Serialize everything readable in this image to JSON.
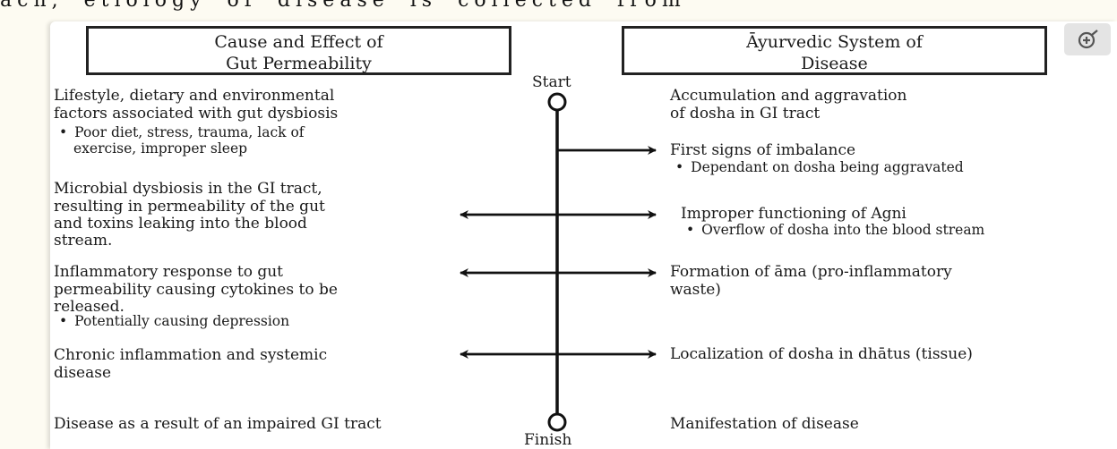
{
  "top_text": "ach, etiology of disease is collected from",
  "headers": {
    "left": [
      "Cause and Effect of",
      "Gut Permeability"
    ],
    "right": [
      "Āyurvedic System of",
      "Disease"
    ]
  },
  "timeline": {
    "start_label": "Start",
    "finish_label": "Finish"
  },
  "left_column": [
    {
      "lines": [
        "Lifestyle, dietary and environmental",
        "factors associated with gut dysbiosis"
      ],
      "bullet": [
        "Poor diet, stress, trauma, lack of",
        "exercise, improper sleep"
      ]
    },
    {
      "lines": [
        "Microbial dysbiosis in the GI tract,",
        "resulting in permeability of the gut",
        "and toxins leaking into the blood",
        "stream."
      ]
    },
    {
      "lines": [
        "Inflammatory response to gut",
        "permeability causing cytokines to be",
        "released."
      ],
      "bullet": [
        "Potentially causing depression"
      ]
    },
    {
      "lines": [
        "Chronic inflammation and systemic",
        "disease"
      ]
    },
    {
      "lines": [
        "Disease as a result of an impaired GI tract"
      ]
    }
  ],
  "right_column": [
    {
      "lines": [
        "Accumulation and aggravation",
        "of dosha in GI tract"
      ]
    },
    {
      "lines": [
        "First signs of imbalance"
      ],
      "bullet": [
        "Dependant on dosha being aggravated"
      ]
    },
    {
      "lines": [
        "Improper functioning of Agni"
      ],
      "bullet": [
        "Overflow of dosha into the blood stream"
      ]
    },
    {
      "lines": [
        "Formation of āma (pro-inflammatory",
        "waste)"
      ]
    },
    {
      "lines": [
        "Localization of dosha in dhātus (tissue)"
      ]
    },
    {
      "lines": [
        "Manifestation of disease"
      ]
    }
  ],
  "icons": {
    "zoom": "zoom-in-icon"
  }
}
